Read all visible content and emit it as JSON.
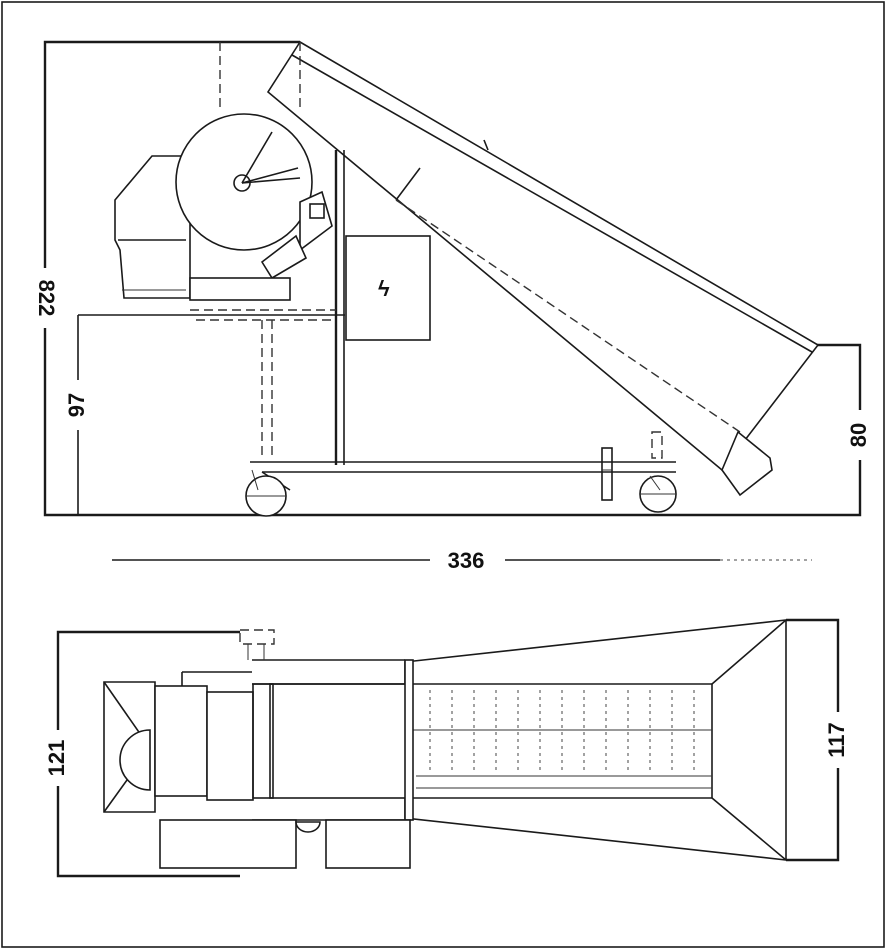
{
  "dimensions": {
    "overall_height": "822",
    "base_height": "97",
    "front_height": "80",
    "overall_length": "336",
    "rear_width": "121",
    "front_width": "117"
  },
  "symbols": {
    "electrical_panel": "ϟ"
  },
  "colors": {
    "line": "#1a1a1a",
    "paper": "#ffffff"
  }
}
